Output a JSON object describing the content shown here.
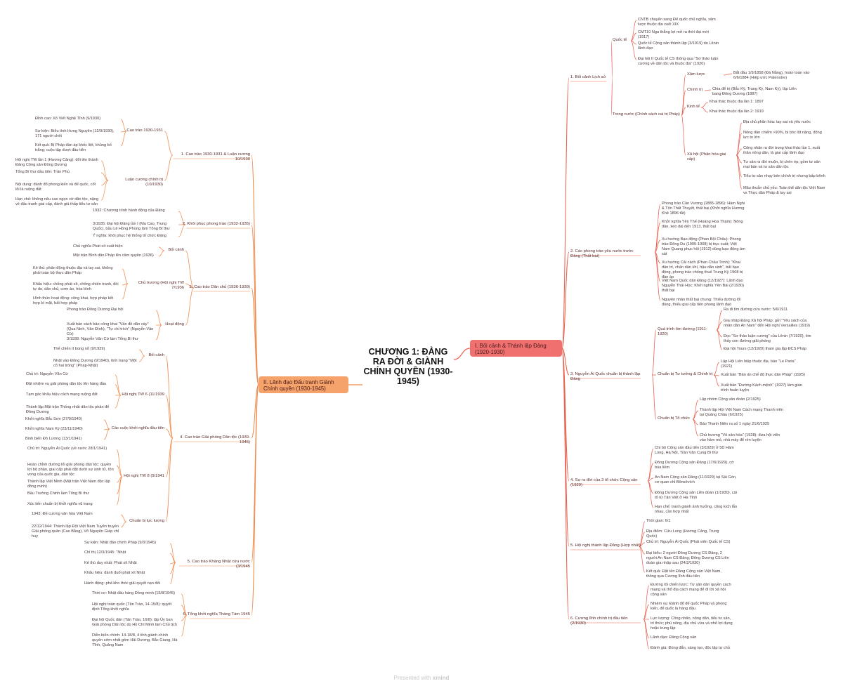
{
  "central": "CHƯƠNG 1: ĐẢNG RA ĐỜI & GIÀNH CHÍNH QUYỀN (1930-1945)",
  "footer": {
    "text": "Presented with",
    "brand": "xmind"
  },
  "colors": {
    "right_line": "#e8614f",
    "left_line": "#f08a4b",
    "right_main_bg": "#f07070",
    "left_main_bg": "#f5a36a"
  },
  "right": {
    "title": "I. Bối cảnh & Thành lập Đảng (1920-1930)",
    "sections": [
      {
        "label": "1. Bối cảnh Lịch sử",
        "children": [
          {
            "label": "Quốc tế",
            "children": [
              {
                "label": "CNTB chuyển sang Đế quốc chủ nghĩa, xâm lược thuộc địa cuối XIX"
              },
              {
                "label": "CMT10 Nga thắng lợi mở ra thời đại mới (1917)"
              },
              {
                "label": "Quốc tế Cộng sản thành lập (3/1919) do Lênin lãnh đạo"
              },
              {
                "label": "Đại hội II Quốc tế CS thông qua \"Sơ thảo luận cương về dân tộc và thuộc địa\" (1920)"
              }
            ]
          },
          {
            "label": "Trong nước (Chính sách cai trị Pháp)",
            "children": [
              {
                "label": "Xâm lược",
                "children": [
                  {
                    "label": "Bắt đầu 1/9/1858 (Đà Nẵng), hoàn toàn vào 6/6/1884 (Hiệp ước Patenotre)"
                  }
                ]
              },
              {
                "label": "Chính trị",
                "children": [
                  {
                    "label": "Chia để trị (Bắc Kỳ, Trung Kỳ, Nam Kỳ), lập Liên bang Đông Dương (1887)"
                  }
                ]
              },
              {
                "label": "Kinh tế",
                "children": [
                  {
                    "label": "Khai thác thuộc địa lần 1: 1897"
                  },
                  {
                    "label": "Khai thác thuộc địa lần 2: 1919"
                  }
                ]
              },
              {
                "label": "Xã hội (Phân hóa giai cấp)",
                "children": [
                  {
                    "label": "Địa chủ phân hóa: tay sai và yêu nước"
                  },
                  {
                    "label": "Nông dân chiếm >90%, bị bóc lột nặng, động lực to lớn"
                  },
                  {
                    "label": "Công nhân ra đời trong khai thác lần 1, xuất thân nông dân, là giai cấp lãnh đạo"
                  },
                  {
                    "label": "Tư sản ra đời muộn, bị chèn ép, gồm tư sản mại bản và tư sản dân tộc"
                  },
                  {
                    "label": "Tiểu tư sản nhạy bén chính trị nhưng bấp bênh"
                  },
                  {
                    "label": "Mâu thuẫn chủ yếu: Toàn thể dân tộc Việt Nam vs Thực dân Pháp & tay sai"
                  }
                ]
              }
            ]
          }
        ]
      },
      {
        "label": "2. Các phong trào yêu nước trước Đảng (Thất bại)",
        "children": [
          {
            "label": "Phong trào Cần Vương (1885-1896): Hàm Nghi & Tôn Thất Thuyết, thất bại (Khởi nghĩa Hương Khê 1896 tắt)"
          },
          {
            "label": "Khởi nghĩa Yên Thế (Hoàng Hoa Thám): Nông dân, kéo dài đến 1913, thất bại"
          },
          {
            "label": "Xu hướng Bạo động (Phan Bội Châu): Phong trào Đông Du (1905-1908) bị trục xuất; Việt Nam Quang phục hội (1912) dùng bạo động ám sát"
          },
          {
            "label": "Xu hướng Cải cách (Phan Châu Trinh): \"Khai dân trí, chấn dân khí, hậu dân sinh\", bất bạo động, phong trào chống thuế Trung Kỳ 1908 bị đàn áp"
          },
          {
            "label": "Việt Nam Quốc dân Đảng (12/1927): Lãnh đạo Nguyễn Thái Học; Khởi nghĩa Yên Bái (2/1930) thất bại"
          },
          {
            "label": "Nguyên nhân thất bại chung: Thiếu đường lối đúng, thiếu giai cấp tiên phong lãnh đạo"
          }
        ]
      },
      {
        "label": "3. Nguyễn Ái Quốc chuẩn bị thành lập Đảng",
        "children": [
          {
            "label": "Quá trình tìm đường (1911-1920)",
            "children": [
              {
                "label": "Ra đi tìm đường cứu nước: 5/6/1911"
              },
              {
                "label": "Gia nhập Đảng Xã hội Pháp; gửi \"Yêu sách của nhân dân An Nam\" đến Hội nghị Versailles (1919)"
              },
              {
                "label": "Đọc \"Sơ thảo luận cương\" của Lênin (7/1920), tìm thấy con đường giải phóng"
              },
              {
                "label": "Đại hội Tours (12/1920) tham gia lập ĐCS Pháp"
              }
            ]
          },
          {
            "label": "Chuẩn bị Tư tưởng & Chính trị",
            "children": [
              {
                "label": "Lập Hội Liên hiệp thuộc địa, báo \"Le Paria\" (1921)"
              },
              {
                "label": "Xuất bản \"Bản án chế độ thực dân Pháp\" (1925)"
              },
              {
                "label": "Xuất bản \"Đường Kách mệnh\" (1927) làm giáo trình huấn luyện"
              }
            ]
          },
          {
            "label": "Chuẩn bị Tổ chức",
            "children": [
              {
                "label": "Lập nhóm Cộng sản đoàn (2/1925)"
              },
              {
                "label": "Thành lập Hội Việt Nam Cách mạng Thanh niên tại Quảng Châu (6/1925)"
              },
              {
                "label": "Báo Thanh Niên ra số 1 ngày 21/6/1925"
              },
              {
                "label": "Chủ trương \"Vô sản hóa\" (1928): đưa hội viên vào hầm mỏ, nhà máy để rèn luyện"
              }
            ]
          }
        ]
      },
      {
        "label": "4. Sự ra đời của 3 tổ chức Cộng sản (1929)",
        "children": [
          {
            "label": "Chi bộ Cộng sản đầu tiên (3/1929) ở 5D Hàm Long, Hà Nội, Trần Văn Cung Bí thư"
          },
          {
            "label": "Đông Dương Cộng sản Đảng (17/6/1929), cờ búa liềm"
          },
          {
            "label": "An Nam Cộng sản Đảng (11/1929) tại Sài Gòn, cơ quan chỉ Bônsêvích"
          },
          {
            "label": "Đông Dương Cộng sản Liên đoàn (1/1930), cải tổ từ Tân Việt ở Hà Tĩnh"
          },
          {
            "label": "Hạn chế: tranh giành ảnh hưởng, công kích lẫn nhau, cần hợp nhất"
          }
        ]
      },
      {
        "label": "5. Hội nghị thành lập Đảng (Hợp nhất)",
        "children": [
          {
            "label": "Thời gian: 6/1"
          },
          {
            "label": "Địa điểm: Cửu Long (Hương Cảng, Trung Quốc)"
          },
          {
            "label": "Chủ trì: Nguyễn Ái Quốc (Phái viên Quốc tế CS)"
          },
          {
            "label": "Đại biểu: 2 người Đông Dương CS Đảng, 2 người An Nam CS Đảng; Đông Dương CS Liên đoàn gia nhập sau (24/2/1930)"
          },
          {
            "label": "Kết quả: Đặt tên Đảng Cộng sản Việt Nam, thông qua Cương lĩnh đầu tiên"
          }
        ]
      },
      {
        "label": "6. Cương lĩnh chính trị đầu tiên (2/1930)",
        "children": [
          {
            "label": "Đường lối chiến lược: Tư sản dân quyền cách mạng và thổ địa cách mạng để đi tới xã hội cộng sản"
          },
          {
            "label": "Nhiệm vụ: Đánh đổ đế quốc Pháp và phong kiến, để quốc là hàng đầu"
          },
          {
            "label": "Lực lượng: Công nhân, nông dân, tiểu tư sản, trí thức; phú nông, địa chủ vừa và nhỏ lợi dụng hoặc trung lập"
          },
          {
            "label": "Lãnh đạo: Đảng Cộng sản"
          },
          {
            "label": "Đánh giá: Đúng đắn, sáng tạo, độc lập tự chủ"
          }
        ]
      }
    ]
  },
  "left": {
    "title": "II. Lãnh đạo Đấu tranh Giành Chính quyền (1930-1945)",
    "sections": [
      {
        "label": "1. Cao trào 1930-1931 & Luận cương 10/1930",
        "children": [
          {
            "label": "Cao trào 1930-1931",
            "children": [
              {
                "label": "Đỉnh cao: Xô Viết Nghệ Tĩnh (9/1930)"
              },
              {
                "label": "Sự kiện: Biểu tình Hưng Nguyên (12/9/1930), 171 người chết"
              },
              {
                "label": "Kết quả: Bị Pháp đàn áp khốc liệt, khủng bố trắng; cuộc tập dượt đầu tiên"
              }
            ]
          },
          {
            "label": "Luận cương chính trị (10/1930)",
            "children": [
              {
                "label": "Hội nghị TW lần 1 (Hương Cảng): đổi tên thành Đảng Cộng sản Đông Dương"
              },
              {
                "label": "Tổng Bí thư đầu tiên: Trần Phú"
              },
              {
                "label": "Nội dung: đánh đổ phong kiến và đế quốc, cốt lõi là ruộng đất"
              },
              {
                "label": "Hạn chế: không nêu cao ngọn cờ dân tộc, nặng về đấu tranh giai cấp, đánh giá thấp tiểu tư sản"
              }
            ]
          }
        ]
      },
      {
        "label": "2. Khôi phục phong trào (1932-1935)",
        "children": [
          {
            "label": "1932: Chương trình hành động của Đảng"
          },
          {
            "label": "3/1935: Đại hội Đảng lần I (Ma Cao, Trung Quốc), bầu Lê Hồng Phong làm Tổng Bí thư"
          },
          {
            "label": "Ý nghĩa: khôi phục hệ thống tổ chức Đảng"
          }
        ]
      },
      {
        "label": "3. Cao trào Dân chủ (1936-1939)",
        "children": [
          {
            "label": "Bối cảnh",
            "children": [
              {
                "label": "Chủ nghĩa Phát xít xuất hiện"
              },
              {
                "label": "Mặt trận Bình dân Pháp lên cầm quyền (1936)"
              }
            ]
          },
          {
            "label": "Chủ trương (Hội nghị TW 7/1936",
            "children": [
              {
                "label": "Kẻ thù: phản động thuộc địa và tay sai, không phải toàn bộ thực dân Pháp"
              },
              {
                "label": "Khẩu hiệu: chống phát xít, chống chiến tranh, đòi tự do, dân chủ, cơm áo, hòa bình"
              },
              {
                "label": "Hình thức hoạt động: công khai, hợp pháp kết hợp bí mật, bất hợp pháp"
              }
            ]
          },
          {
            "label": "Hoạt động",
            "children": [
              {
                "label": "Phong trào Đông Dương Đại hội"
              },
              {
                "label": "Xuất bản sách báo công khai \"Vấn đề dân cày\" (Qua Ninh, Vân Đình), \"Tự chỉ trích\" (Nguyễn Văn Cừ)"
              },
              {
                "label": "3/1938: Nguyễn Văn Cừ làm Tổng Bí thư"
              }
            ]
          }
        ]
      },
      {
        "label": "4. Cao trào Giải phóng Dân tộc (1939-1945)",
        "children": [
          {
            "label": "Bối cảnh",
            "children": [
              {
                "label": "Thế chiến II bùng nổ (9/1939)"
              },
              {
                "label": "Nhật vào Đông Dương (9/1940), tình trạng \"Một cổ hai tròng\" (Pháp-Nhật)"
              }
            ]
          },
          {
            "label": "Hội nghị TW 6 (11/1939",
            "children": [
              {
                "label": "Chủ trì: Nguyễn Văn Cừ"
              },
              {
                "label": "Đặt nhiệm vụ giải phóng dân tộc lên hàng đầu"
              },
              {
                "label": "Tạm gác khẩu hiệu cách mạng ruộng đất"
              },
              {
                "label": "Thành lập Mặt trận Thống nhất dân tộc phản đế Đông Dương"
              }
            ]
          },
          {
            "label": "Các cuộc khởi nghĩa đầu tiên",
            "children": [
              {
                "label": "Khởi nghĩa Bắc Sơn (27/9/1940)"
              },
              {
                "label": "Khởi nghĩa Nam Kỳ (23/11/1940)"
              },
              {
                "label": "Binh biến Đô Lương (13/1/1941)"
              }
            ]
          },
          {
            "label": "Hội nghị TW 8 (5/1941",
            "children": [
              {
                "label": "Chủ trì: Nguyễn Ái Quốc (về nước 28/1/1941)"
              },
              {
                "label": "Hoàn chỉnh đường lối giải phóng dân tộc: quyền lợi bộ phận, giai cấp phải đặt dưới sự sinh tử, tồn vong của quốc gia, dân tộc"
              },
              {
                "label": "Thành lập Việt Minh (Mặt trận Việt Nam độc lập đồng minh)"
              },
              {
                "label": "Bầu Trường Chinh làm Tổng Bí thư"
              },
              {
                "label": "Xúc tiến chuẩn bị khởi nghĩa vũ trang"
              }
            ]
          },
          {
            "label": "Chuẩn bị lực lượng",
            "children": [
              {
                "label": "1943: Đề cương văn hóa Việt Nam"
              },
              {
                "label": "22/12/1944: Thành lập Đội Việt Nam Tuyên truyền Giải phóng quân (Cao Bằng), Võ Nguyên Giáp chỉ huy"
              }
            ]
          }
        ]
      },
      {
        "label": "5. Cao trào Kháng Nhật cứu nước (3/1945",
        "children": [
          {
            "label": "Sự kiện: Nhật đảo chính Pháp (9/3/1945)"
          },
          {
            "label": "Chỉ thị 12/3/1945: \"Nhật"
          },
          {
            "label": "Kẻ thù duy nhất: Phát xít Nhật"
          },
          {
            "label": "Khẩu hiệu: đánh đuổi phát xít Nhật"
          },
          {
            "label": "Hành động: phá kho thóc giải quyết nạn đói"
          }
        ]
      },
      {
        "label": "6. Tổng khởi nghĩa Tháng Tám 1945",
        "children": [
          {
            "label": "Thời cơ: Nhật đầu hàng Đồng minh (15/8/1945)"
          },
          {
            "label": "Hội nghị toàn quốc (Tân Trào, 14-15/8): quyết định Tổng khởi nghĩa"
          },
          {
            "label": "Đại hội Quốc dân (Tân Trào, 16/8): lập Ủy ban Giải phóng Dân tộc do Hồ Chí Minh làm Chủ tịch"
          },
          {
            "label": "Diễn biến chính: 14-18/8, 4 tỉnh giành chính quyền sớm nhất gồm Hải Dương, Bắc Giang, Hà Tĩnh, Quảng Nam"
          }
        ]
      }
    ]
  }
}
